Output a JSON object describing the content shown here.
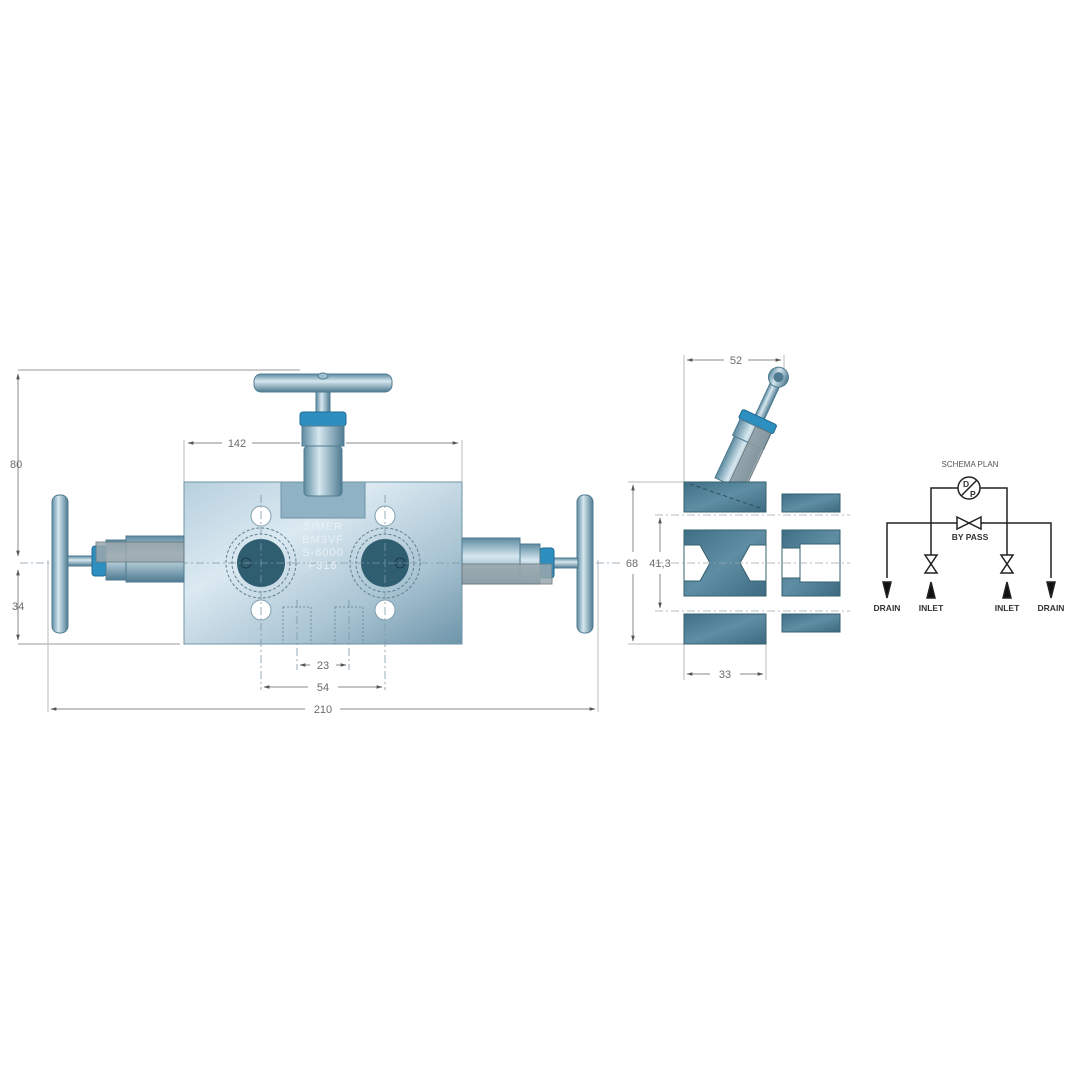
{
  "drawing": {
    "title": "3-valve manifold dimensional drawing",
    "colors": {
      "body_light": "#c9dde8",
      "body_dark": "#7fa3b6",
      "section_fill": "#4f7f96",
      "port_fill": "#2f5e70",
      "accent_blue": "#2c8fc0",
      "dimension_line": "#8a8a8a",
      "dimension_text": "#6b6b6b"
    },
    "front_view": {
      "body_marking": [
        "SIMER",
        "BM3VF",
        "S-6000",
        "F316"
      ],
      "dimensions": {
        "overall_height": "80",
        "lower_height": "34",
        "body_width": "142",
        "inner_pitch": "23",
        "bolt_pitch": "54",
        "overall_width": "210"
      }
    },
    "side_view": {
      "dimensions": {
        "top_width": "52",
        "body_height": "68",
        "port_pitch": "41,3",
        "body_depth": "33"
      }
    },
    "schematic": {
      "title": "SCHEMA  PLAN",
      "gauge_top": "D",
      "gauge_bottom": "P",
      "bypass_label": "BY PASS",
      "labels": [
        "DRAIN",
        "INLET",
        "INLET",
        "DRAIN"
      ]
    }
  }
}
